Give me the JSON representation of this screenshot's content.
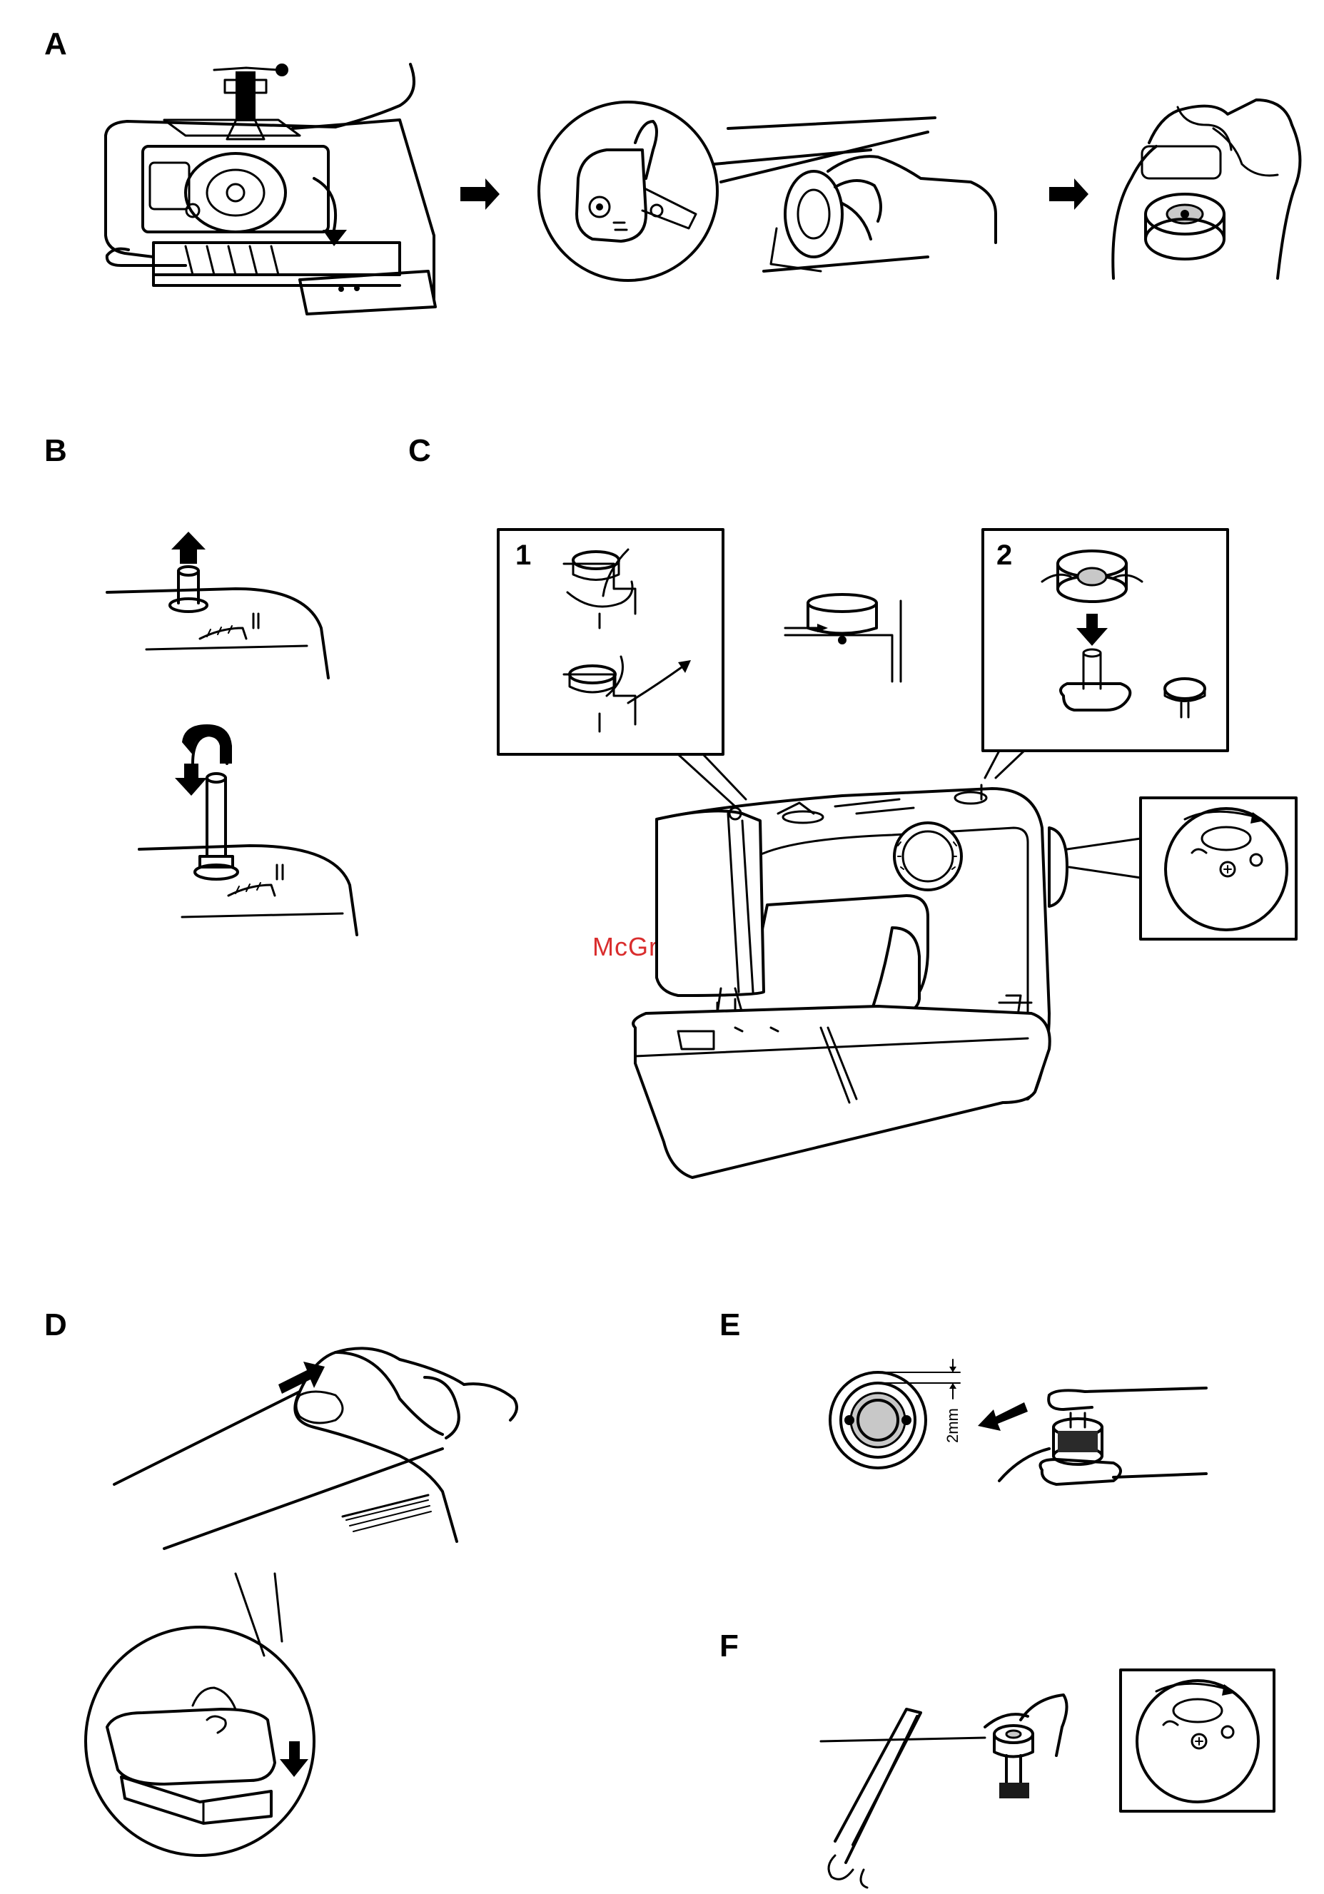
{
  "sections": {
    "a": {
      "label": "A"
    },
    "b": {
      "label": "B"
    },
    "c": {
      "label": "C",
      "detail_1_number": "1",
      "detail_2_number": "2"
    },
    "d": {
      "label": "D"
    },
    "e": {
      "label": "E",
      "measurement": "2mm"
    },
    "f": {
      "label": "F"
    }
  },
  "watermark": {
    "text": "McGrp.Ru",
    "color": "#d92d2d"
  },
  "line_color": "#000000"
}
